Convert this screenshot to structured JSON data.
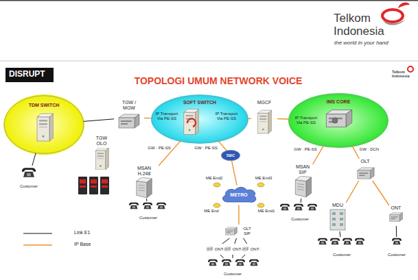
{
  "diagram": {
    "title": "TOPOLOGI UMUM NETWORK VOICE",
    "nodes": [
      {
        "text": [
          "TDM SWITCH"
        ]
      },
      {
        "text": [
          "TGW / MGW"
        ]
      },
      {
        "text": [
          "SOFT SWITCH"
        ]
      },
      {
        "text": [
          "MGCF"
        ]
      },
      {
        "text": [
          "IMS CORE"
        ]
      },
      {
        "text": [
          "TGW OLO"
        ]
      },
      {
        "text": [
          "SBC"
        ]
      },
      {
        "text": [
          "OLT"
        ]
      },
      {
        "text": [
          "Customer"
        ]
      },
      {
        "text": [
          "MSAN H.248"
        ]
      },
      {
        "text": [
          "MSAN SIP"
        ]
      },
      {
        "text": [
          "METRO"
        ]
      },
      {
        "text": [
          "Customer"
        ]
      },
      {
        "text": [
          "MDU"
        ]
      },
      {
        "text": [
          "ONT"
        ]
      },
      {
        "text": [
          "Customer"
        ]
      },
      {
        "text": [
          "OLT SIP"
        ]
      },
      {
        "text": [
          "ONT-"
        ]
      },
      {
        "text": [
          "ONT-"
        ]
      },
      {
        "text": [
          "ONT-"
        ]
      },
      {
        "text": [
          "Customer"
        ]
      },
      {
        "text": [
          "Customer"
        ]
      },
      {
        "text": [
          "Customer"
        ]
      }
    ],
    "edges": [
      {
        "from": 0,
        "to": 1,
        "arrow": "none"
      },
      {
        "from": 1,
        "to": 2,
        "label": "IP Transport Via PE-SS",
        "arrow": "none"
      },
      {
        "from": 1,
        "to": 5,
        "arrow": "none"
      },
      {
        "from": 0,
        "to": 8,
        "arrow": "none"
      },
      {
        "from": 2,
        "to": 3,
        "label": "IP Transport Via PE-SS",
        "arrow": "none"
      },
      {
        "from": 3,
        "to": 4,
        "label": "IP Transport Via PE-SS",
        "arrow": "none"
      },
      {
        "from": 2,
        "to": 9,
        "label": "GW : PE-SS",
        "arrow": "none"
      },
      {
        "from": 2,
        "to": 6,
        "label": "GW : PE-SS",
        "arrow": "none"
      },
      {
        "from": 4,
        "to": 10,
        "label": "GW : PE-SS",
        "arrow": "none"
      },
      {
        "from": 4,
        "to": 7,
        "label": "GW : DCN",
        "arrow": "none"
      },
      {
        "from": 6,
        "to": 11,
        "arrow": "none"
      },
      {
        "from": 9,
        "to": 12,
        "arrow": "none"
      },
      {
        "from": 10,
        "to": 15,
        "arrow": "none"
      },
      {
        "from": 7,
        "to": 13,
        "arrow": "none"
      },
      {
        "from": 7,
        "to": 14,
        "arrow": "none"
      },
      {
        "from": 11,
        "to": 16,
        "arrow": "none"
      },
      {
        "from": 16,
        "to": 17,
        "arrow": "none"
      },
      {
        "from": 16,
        "to": 18,
        "arrow": "none"
      },
      {
        "from": 16,
        "to": 19,
        "arrow": "none"
      },
      {
        "from": 17,
        "to": 22,
        "arrow": "none"
      },
      {
        "from": 18,
        "to": 22,
        "arrow": "none"
      },
      {
        "from": 19,
        "to": 22,
        "arrow": "none"
      },
      {
        "from": 13,
        "to": 20,
        "arrow": "none"
      },
      {
        "from": 14,
        "to": 21,
        "arrow": "none"
      }
    ],
    "labels": [
      "Telkom",
      "Indonesia",
      "the world in your hand",
      "DISRUPT",
      "Telkom",
      "Indonesia",
      "ME End2",
      "ME End3",
      "ME End",
      "ME End1"
    ],
    "legend": [
      {
        "text": "Link E1"
      },
      {
        "text": "IP Base"
      }
    ]
  }
}
